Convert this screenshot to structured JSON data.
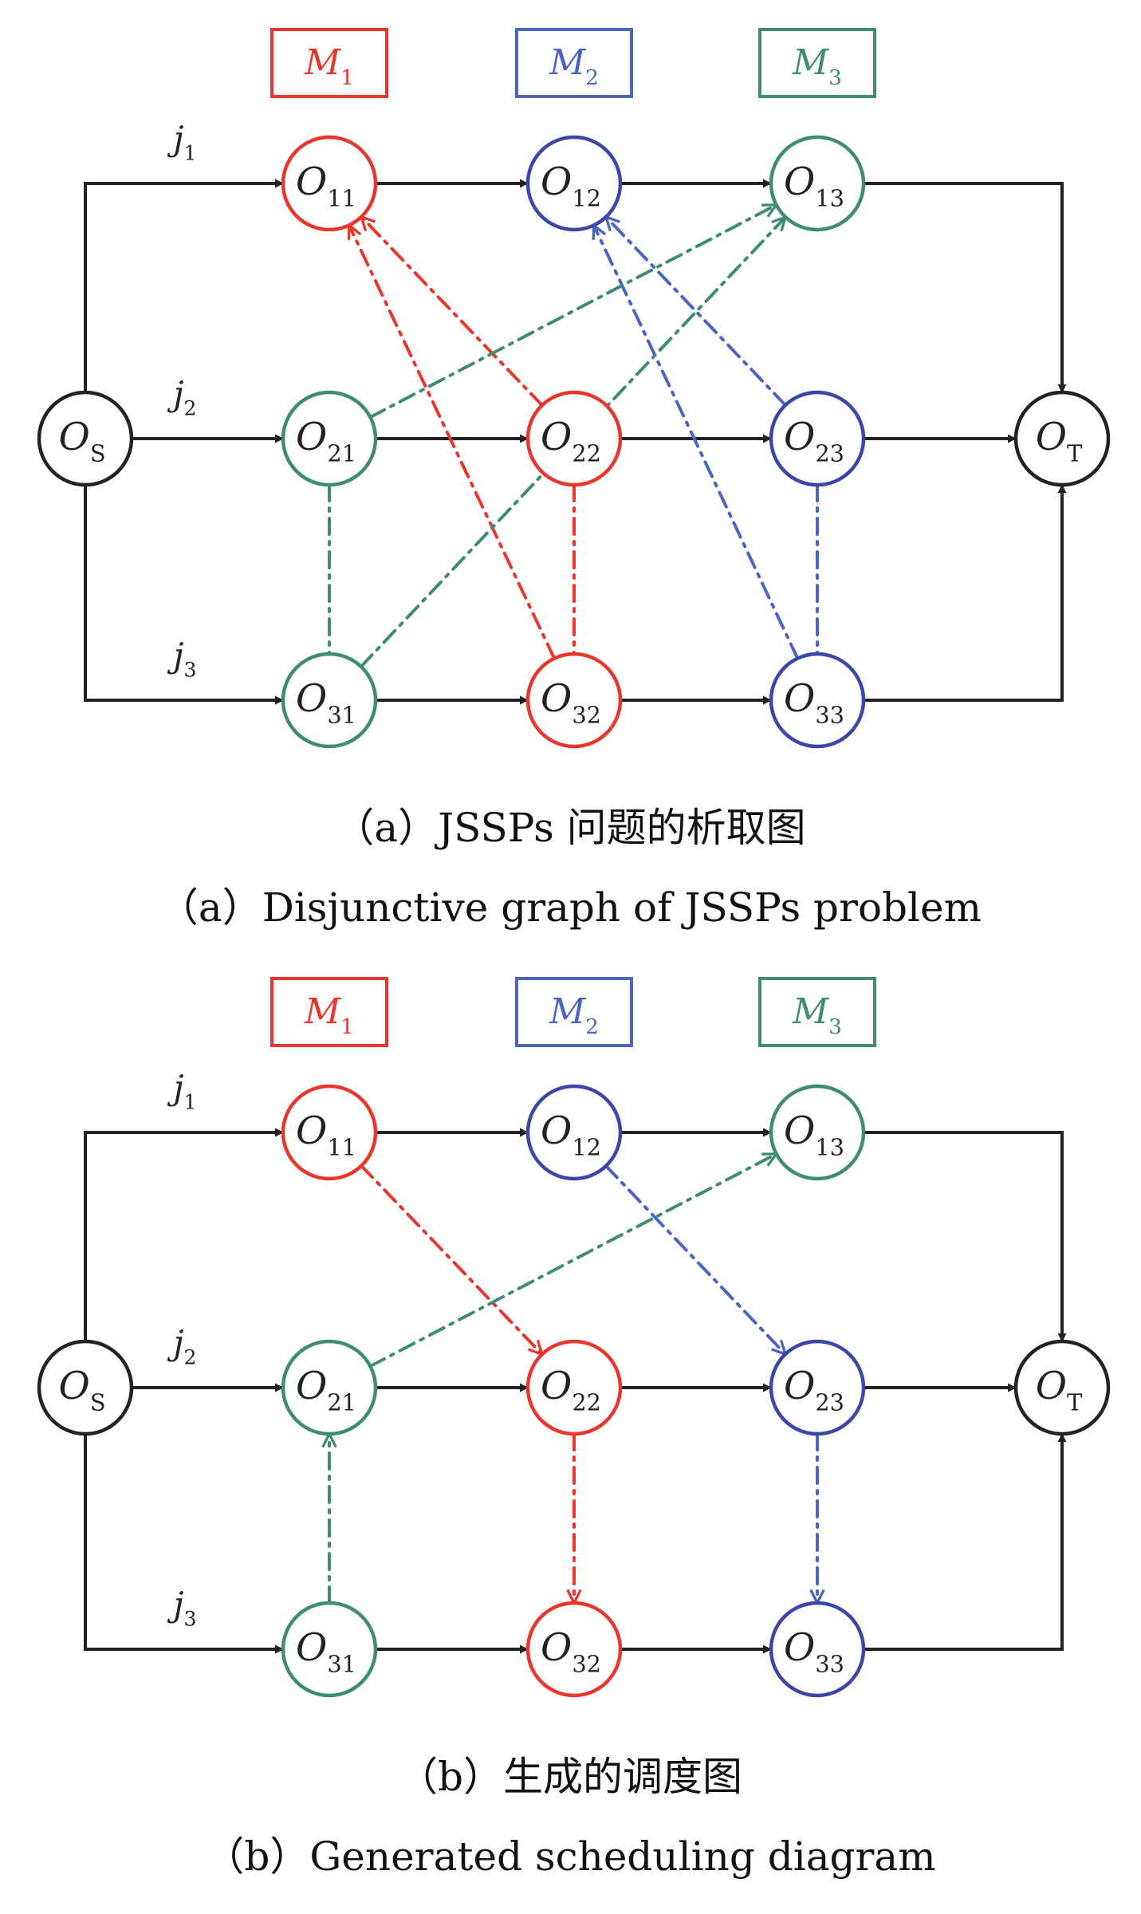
{
  "colors": {
    "m1": "#e8362d",
    "m2": "#3a47a5",
    "m3": "#3f8b76",
    "black": "#222222"
  },
  "machines": [
    {
      "label": "M",
      "sub": "1"
    },
    {
      "label": "M",
      "sub": "2"
    },
    {
      "label": "M",
      "sub": "3"
    }
  ],
  "jobs": [
    {
      "label": "j",
      "sub": "1"
    },
    {
      "label": "j",
      "sub": "2"
    },
    {
      "label": "j",
      "sub": "3"
    }
  ],
  "nodes": {
    "source": {
      "label": "O",
      "sub": "S"
    },
    "sink": {
      "label": "O",
      "sub": "T"
    },
    "ops": [
      {
        "label": "O",
        "sub": "11"
      },
      {
        "label": "O",
        "sub": "12"
      },
      {
        "label": "O",
        "sub": "13"
      },
      {
        "label": "O",
        "sub": "21"
      },
      {
        "label": "O",
        "sub": "22"
      },
      {
        "label": "O",
        "sub": "23"
      },
      {
        "label": "O",
        "sub": "31"
      },
      {
        "label": "O",
        "sub": "32"
      },
      {
        "label": "O",
        "sub": "33"
      }
    ]
  },
  "captions": {
    "a_cn": "（a）JSSPs 问题的析取图",
    "a_en": "（a）Disjunctive graph of JSSPs problem",
    "b_cn": "（b）生成的调度图",
    "b_en": "（b）Generated scheduling diagram"
  }
}
